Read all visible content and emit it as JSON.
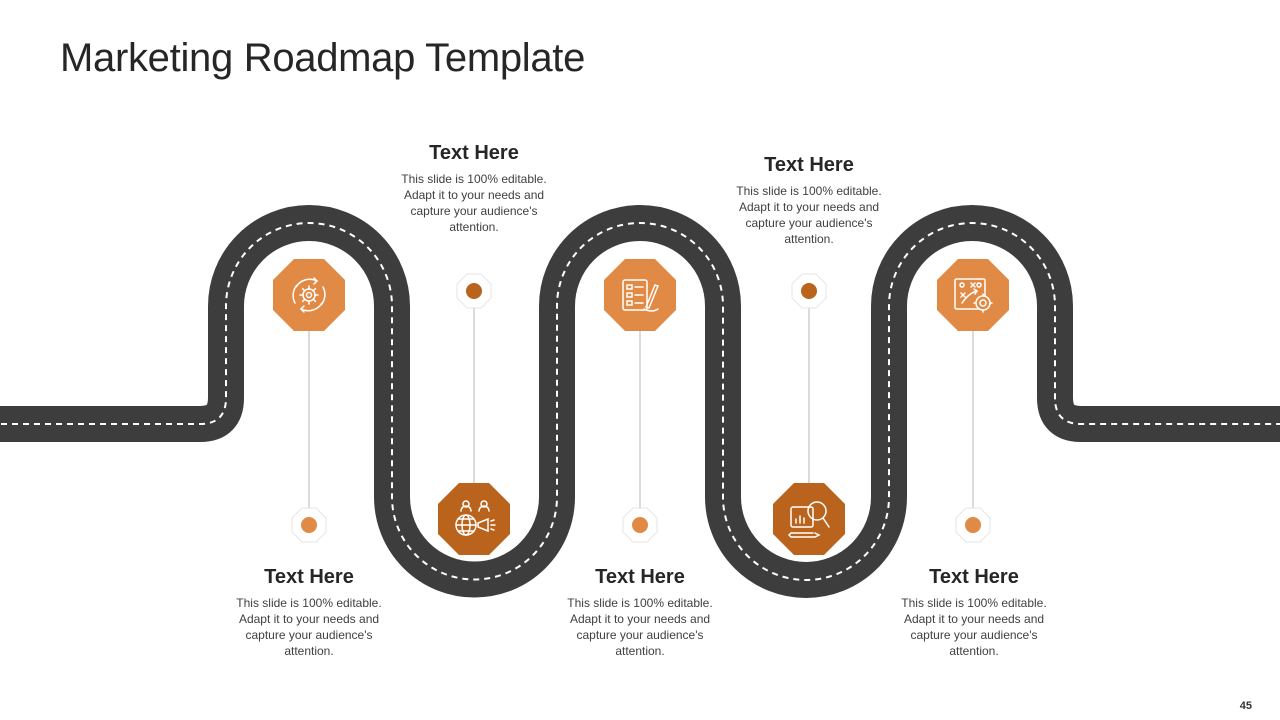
{
  "slide": {
    "title": "Marketing Roadmap Template",
    "page_number": "45"
  },
  "colors": {
    "road": "#3d3d3d",
    "lane": "#ffffff",
    "orange_light": "#e08a45",
    "orange_dark": "#b9631d",
    "connector": "#cfcfcf"
  },
  "steps": [
    {
      "heading": "Text Here",
      "body": "This slide is 100% editable. Adapt it to your needs and capture your audience's attention.",
      "icon": "gear-cycle-icon"
    },
    {
      "heading": "Text Here",
      "body": "This slide is 100% editable. Adapt it to your needs and capture your audience's attention.",
      "icon": "global-megaphone-icon"
    },
    {
      "heading": "Text Here",
      "body": "This slide is 100% editable. Adapt it to your needs and capture your audience's attention.",
      "icon": "checklist-pencil-icon"
    },
    {
      "heading": "Text Here",
      "body": "This slide is 100% editable. Adapt it to your needs and capture your audience's attention.",
      "icon": "magnifier-analytics-icon"
    },
    {
      "heading": "Text Here",
      "body": "This slide is 100% editable. Adapt it to your needs and capture your audience's attention.",
      "icon": "strategy-plan-icon"
    }
  ]
}
